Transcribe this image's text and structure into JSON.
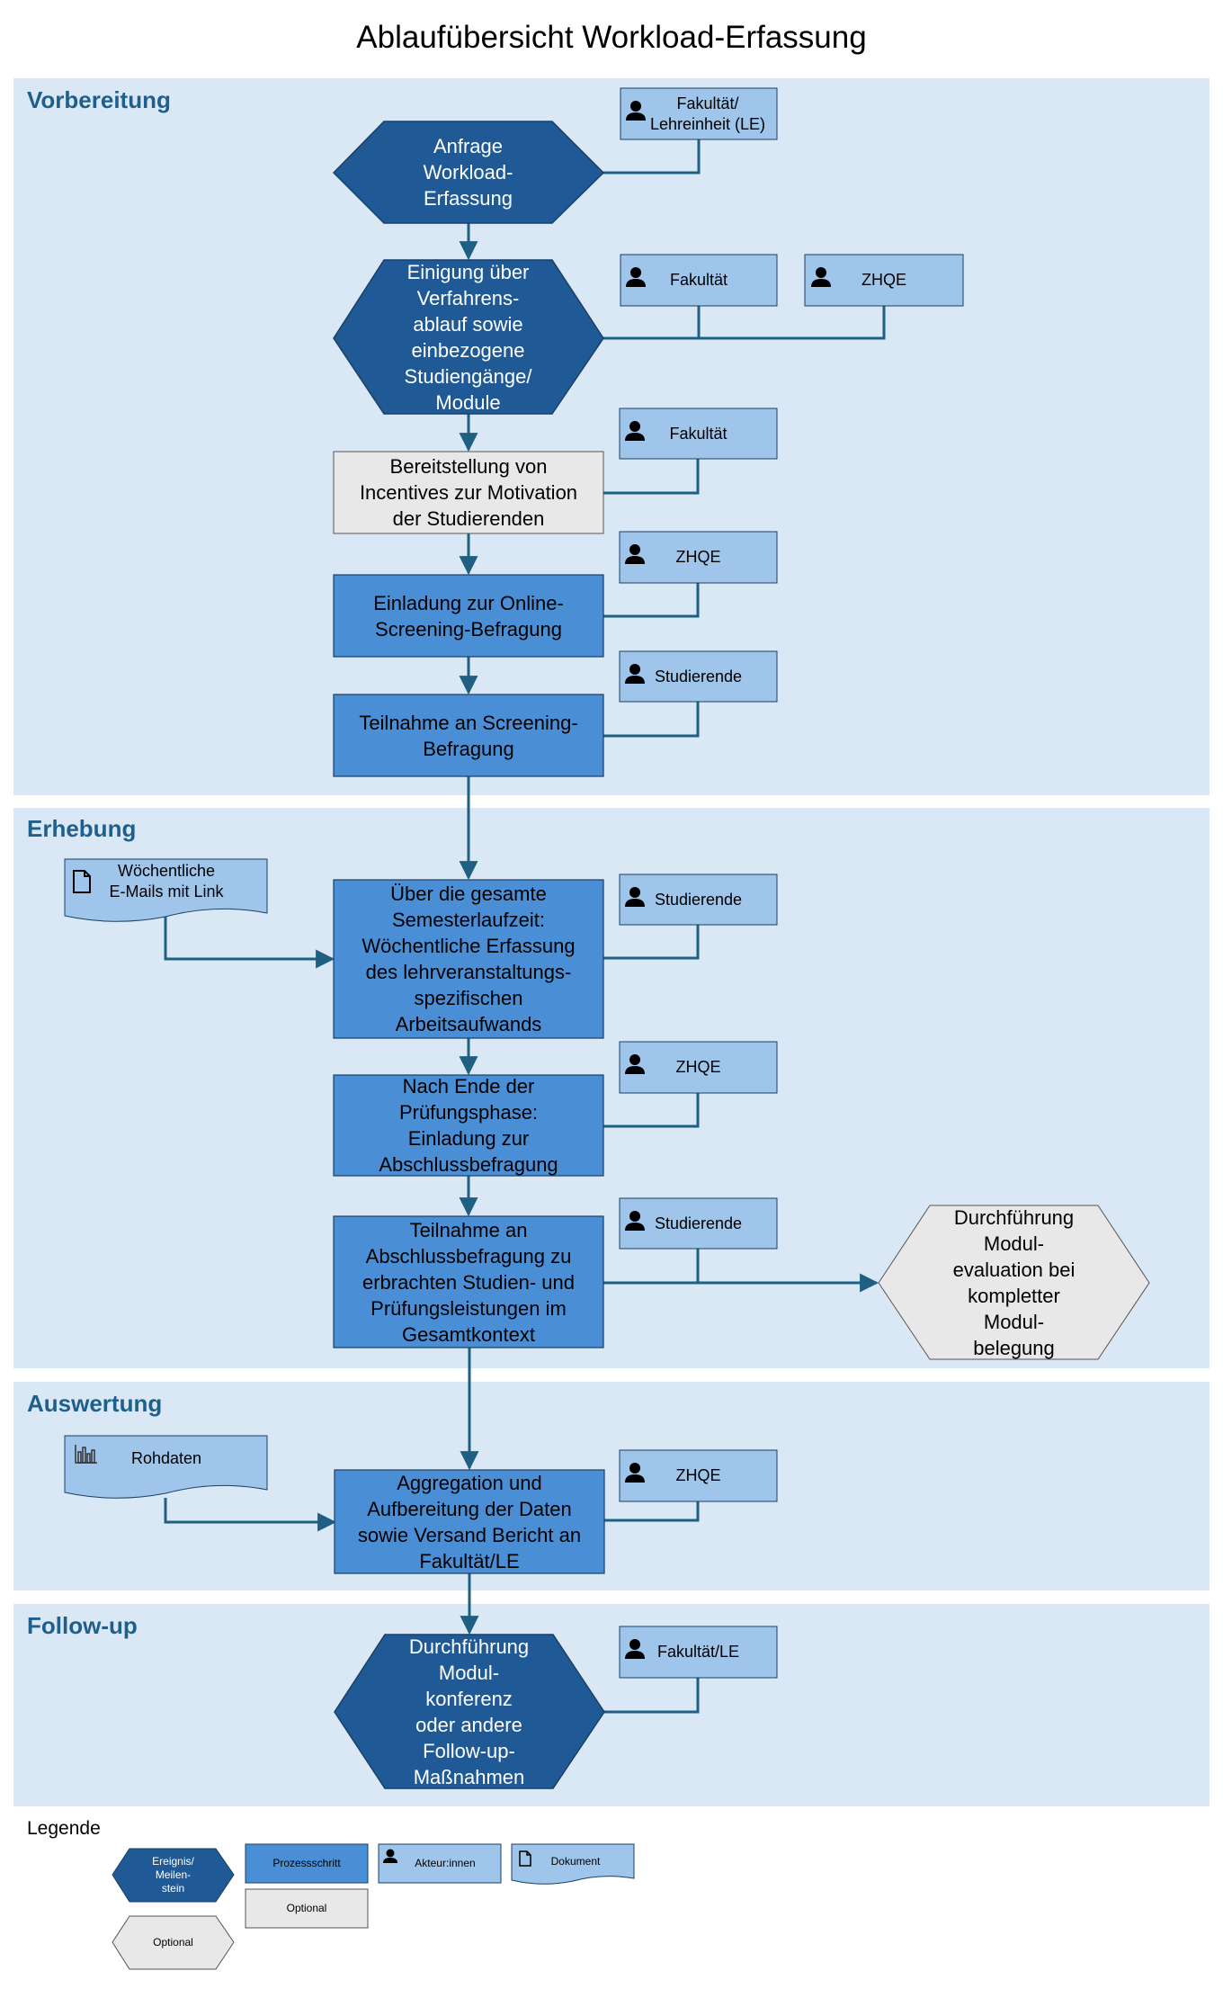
{
  "title": "Ablaufübersicht Workload-Erfassung",
  "colors": {
    "band": "#dae8f5",
    "hex_dark": "#1f5a96",
    "process": "#4a8fd6",
    "actor": "#9fc5ea",
    "optional": "#e6e6e6",
    "connector": "#1e5f82",
    "section_label": "#1f5f8b"
  },
  "sections": [
    {
      "label": "Vorbereitung"
    },
    {
      "label": "Erhebung"
    },
    {
      "label": "Auswertung"
    },
    {
      "label": "Follow-up"
    }
  ],
  "steps": [
    {
      "id": "anfrage",
      "kind": "event",
      "text": "Anfrage\nWorkload-\nErfassung"
    },
    {
      "id": "einigung",
      "kind": "event",
      "text": "Einigung über\nVerfahrens-\nablauf sowie\neinbezogene\nStudiengänge/\nModule"
    },
    {
      "id": "incentives",
      "kind": "optional",
      "text": "Bereitstellung von\nIncentives zur Motivation\nder Studierenden"
    },
    {
      "id": "einladung",
      "kind": "process",
      "text": "Einladung zur Online-\nScreening-Befragung"
    },
    {
      "id": "teilnahme_screening",
      "kind": "process",
      "text": "Teilnahme an Screening-\nBefragung"
    },
    {
      "id": "erfassung",
      "kind": "process",
      "text": "Über die gesamte\nSemesterlaufzeit:\nWöchentliche Erfassung\ndes lehrveranstaltungs-\nspezifischen\nArbeitsaufwands"
    },
    {
      "id": "nach_ende",
      "kind": "process",
      "text": "Nach Ende der\nPrüfungsphase:\nEinladung zur\nAbschlussbefragung"
    },
    {
      "id": "abschluss",
      "kind": "process",
      "text": "Teilnahme an\nAbschlussbefragung zu\nerbrachten Studien- und\nPrüfungsleistungen im\nGesamtkontext"
    },
    {
      "id": "moduleval",
      "kind": "optional_event",
      "text": "Durchführung\nModul-\nevaluation bei\nkompletter\nModul-\nbelegung"
    },
    {
      "id": "aggregation",
      "kind": "process",
      "text": "Aggregation und\nAufbereitung der Daten\nsowie Versand Bericht an\nFakultät/LE"
    },
    {
      "id": "modulkonferenz",
      "kind": "event",
      "text": "Durchführung\nModul-\nkonferenz\noder andere\nFollow-up-\nMaßnahmen"
    }
  ],
  "actors": [
    {
      "text": "Fakultät/\nLehreinheit (LE)",
      "step": "anfrage"
    },
    {
      "text": "Fakultät",
      "step": "einigung"
    },
    {
      "text": "ZHQE",
      "step": "einigung"
    },
    {
      "text": "Fakultät",
      "step": "incentives"
    },
    {
      "text": "ZHQE",
      "step": "einladung"
    },
    {
      "text": "Studierende",
      "step": "teilnahme_screening"
    },
    {
      "text": "Studierende",
      "step": "erfassung"
    },
    {
      "text": "ZHQE",
      "step": "nach_ende"
    },
    {
      "text": "Studierende",
      "step": "abschluss"
    },
    {
      "text": "ZHQE",
      "step": "aggregation"
    },
    {
      "text": "Fakultät/LE",
      "step": "modulkonferenz"
    }
  ],
  "documents": [
    {
      "text": "Wöchentliche\nE-Mails mit Link",
      "icon": "document-icon",
      "step": "erfassung"
    },
    {
      "text": "Rohdaten",
      "icon": "bar-chart-icon",
      "step": "aggregation"
    }
  ],
  "legend": {
    "title": "Legende",
    "event": "Ereignis/\nMeilen-\nstein",
    "process": "Prozessschritt",
    "actor": "Akteur:innen",
    "document": "Dokument",
    "optional": "Optional",
    "optional_event": "Optional"
  }
}
